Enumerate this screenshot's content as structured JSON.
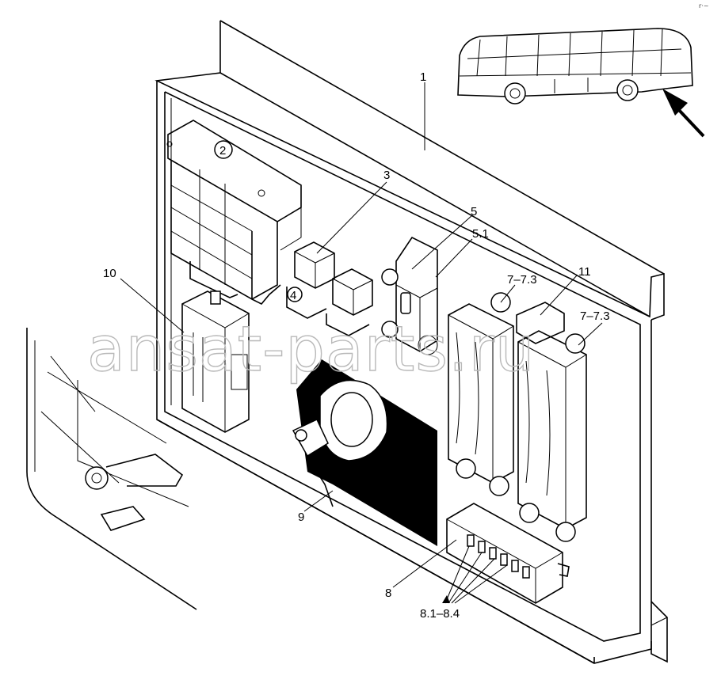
{
  "watermark": "ansat-parts.ru",
  "corner_mark": "r·~",
  "callouts": [
    {
      "id": "c1",
      "text": "1"
    },
    {
      "id": "c2",
      "text": "2"
    },
    {
      "id": "c3",
      "text": "3"
    },
    {
      "id": "c4",
      "text": "4"
    },
    {
      "id": "c5",
      "text": "5"
    },
    {
      "id": "c51",
      "text": "5.1"
    },
    {
      "id": "c73a",
      "text": "7–7.3"
    },
    {
      "id": "c11",
      "text": "11"
    },
    {
      "id": "c73b",
      "text": "7–7.3"
    },
    {
      "id": "c10",
      "text": "10"
    },
    {
      "id": "c9",
      "text": "9"
    },
    {
      "id": "c8",
      "text": "8"
    },
    {
      "id": "c81",
      "text": "8.1–8.4"
    }
  ],
  "colors": {
    "line": "#000000",
    "watermark": "#b9b9b9",
    "background": "#ffffff"
  }
}
